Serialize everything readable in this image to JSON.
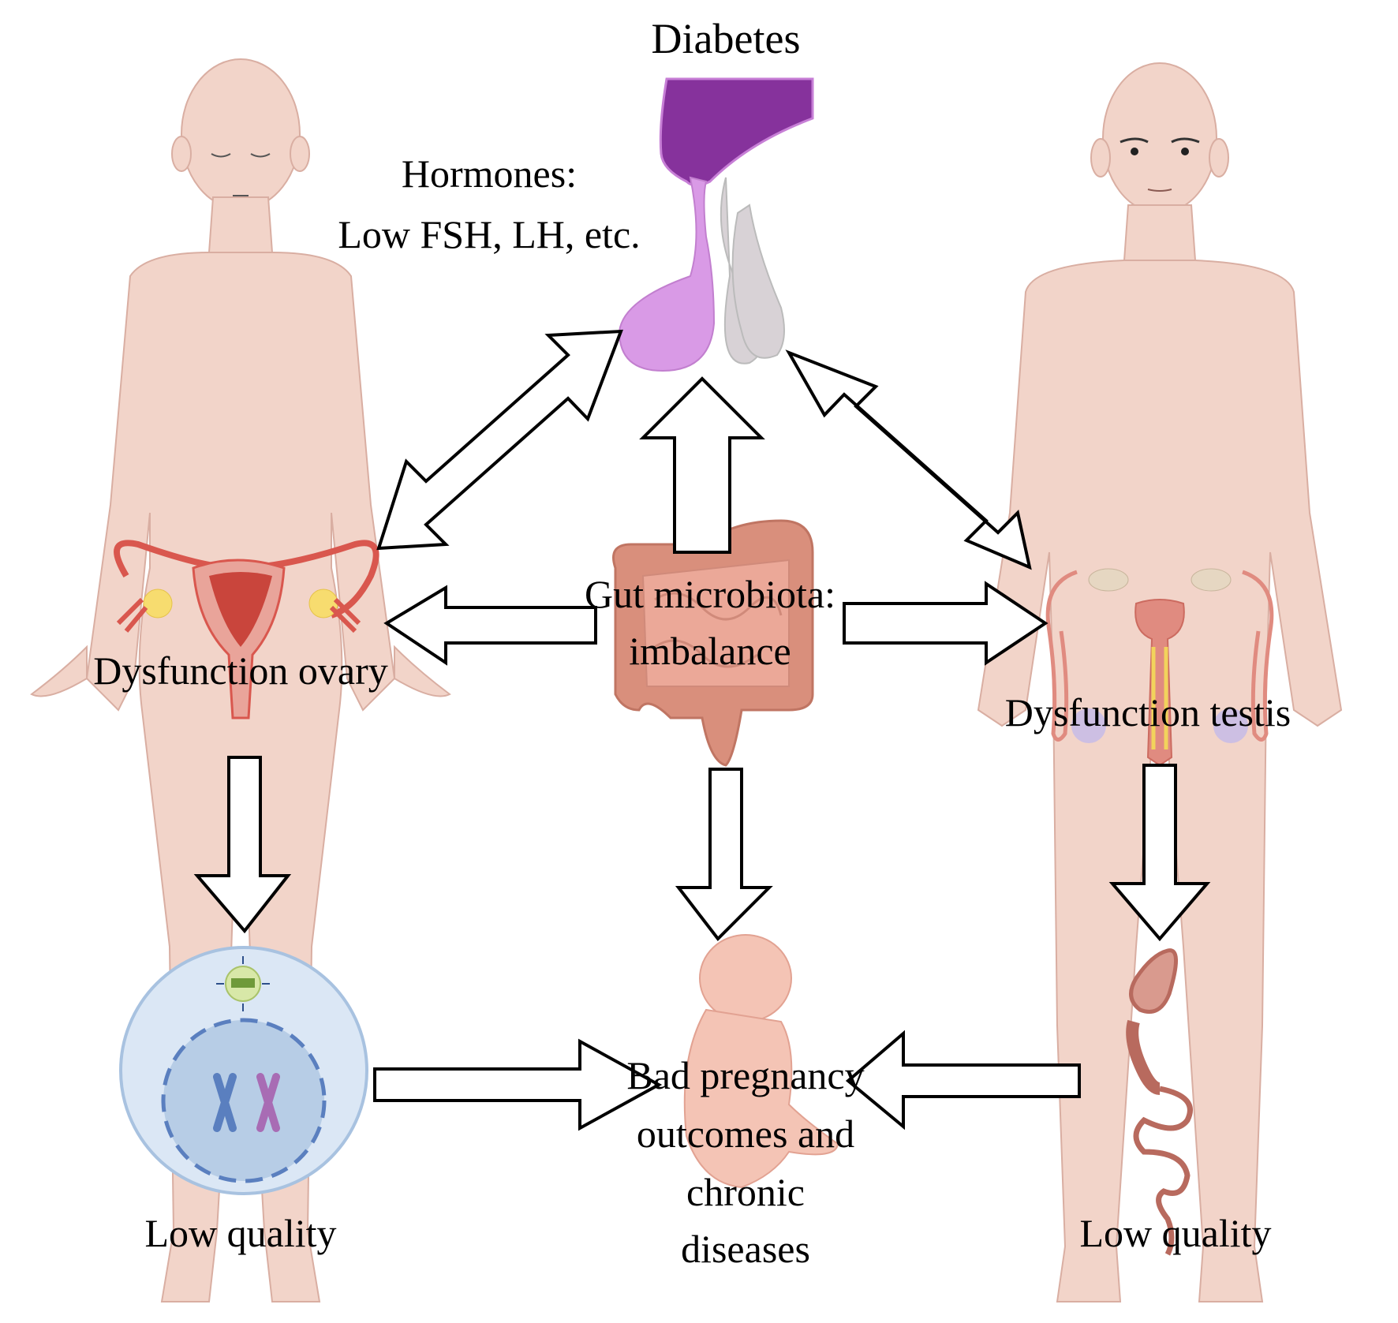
{
  "title": "Diabetes",
  "labels": {
    "hormones_line1": "Hormones:",
    "hormones_line2": "Low FSH, LH, etc.",
    "gut_line1": "Gut microbiota:",
    "gut_line2": "imbalance",
    "ovary": "Dysfunction ovary",
    "testis": "Dysfunction testis",
    "egg_quality": "Low quality",
    "sperm_quality": "Low quality",
    "outcome_line1": "Bad pregnancy",
    "outcome_line2": "outcomes and",
    "outcome_line3": "chronic",
    "outcome_line4": "diseases"
  },
  "colors": {
    "skin": "#f2d4c9",
    "skin_outline": "#d9aea2",
    "pituitary_dark": "#86329c",
    "pituitary_light": "#d99ae6",
    "pituitary_gray": "#d8d2d6",
    "reproductive_red": "#d9574e",
    "ovary_yellow": "#f7dc6f",
    "gut": "#d98f7c",
    "oocyte_outer": "#dbe7f5",
    "oocyte_inner": "#b7cde6",
    "chromosome_blue": "#5a7fbf",
    "chromosome_pink": "#a86cb4",
    "sperm": "#b86a5e",
    "testis_purple": "#cdbfe3"
  }
}
